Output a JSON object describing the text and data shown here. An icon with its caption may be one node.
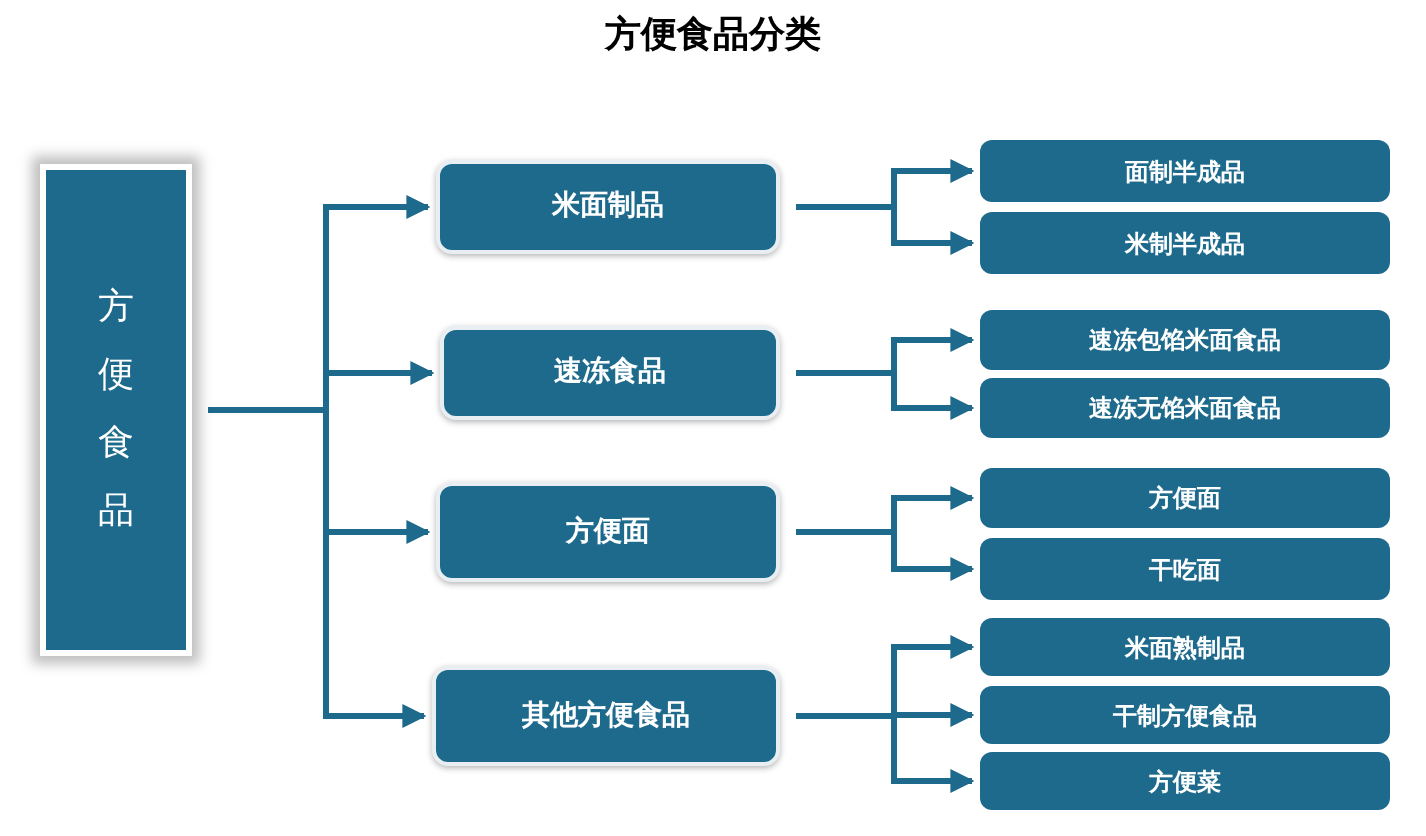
{
  "diagram": {
    "title": "方便食品分类",
    "nodes": [
      {
        "text": [
          "方便食品"
        ]
      },
      {
        "text": [
          "米面制品"
        ]
      },
      {
        "text": [
          "面制半成品"
        ]
      },
      {
        "text": [
          "米制半成品"
        ]
      },
      {
        "text": [
          "速冻食品"
        ]
      },
      {
        "text": [
          "速冻包馅米面食品"
        ]
      },
      {
        "text": [
          "速冻无馅米面食品"
        ]
      },
      {
        "text": [
          "方便面"
        ]
      },
      {
        "text": [
          "方便面"
        ]
      },
      {
        "text": [
          "干吃面"
        ]
      },
      {
        "text": [
          "其他方便食品"
        ]
      },
      {
        "text": [
          "米面熟制品"
        ]
      },
      {
        "text": [
          "干制方便食品"
        ]
      },
      {
        "text": [
          "方便菜"
        ]
      }
    ],
    "edges": [
      {
        "from": 0,
        "to": 1,
        "arrow": "to"
      },
      {
        "from": 0,
        "to": 4,
        "arrow": "to"
      },
      {
        "from": 0,
        "to": 7,
        "arrow": "to"
      },
      {
        "from": 0,
        "to": 10,
        "arrow": "to"
      },
      {
        "from": 1,
        "to": 2,
        "arrow": "to"
      },
      {
        "from": 1,
        "to": 3,
        "arrow": "to"
      },
      {
        "from": 4,
        "to": 5,
        "arrow": "to"
      },
      {
        "from": 4,
        "to": 6,
        "arrow": "to"
      },
      {
        "from": 7,
        "to": 8,
        "arrow": "to"
      },
      {
        "from": 7,
        "to": 9,
        "arrow": "to"
      },
      {
        "from": 10,
        "to": 11,
        "arrow": "to"
      },
      {
        "from": 10,
        "to": 12,
        "arrow": "to"
      },
      {
        "from": 10,
        "to": 13,
        "arrow": "to"
      }
    ]
  }
}
